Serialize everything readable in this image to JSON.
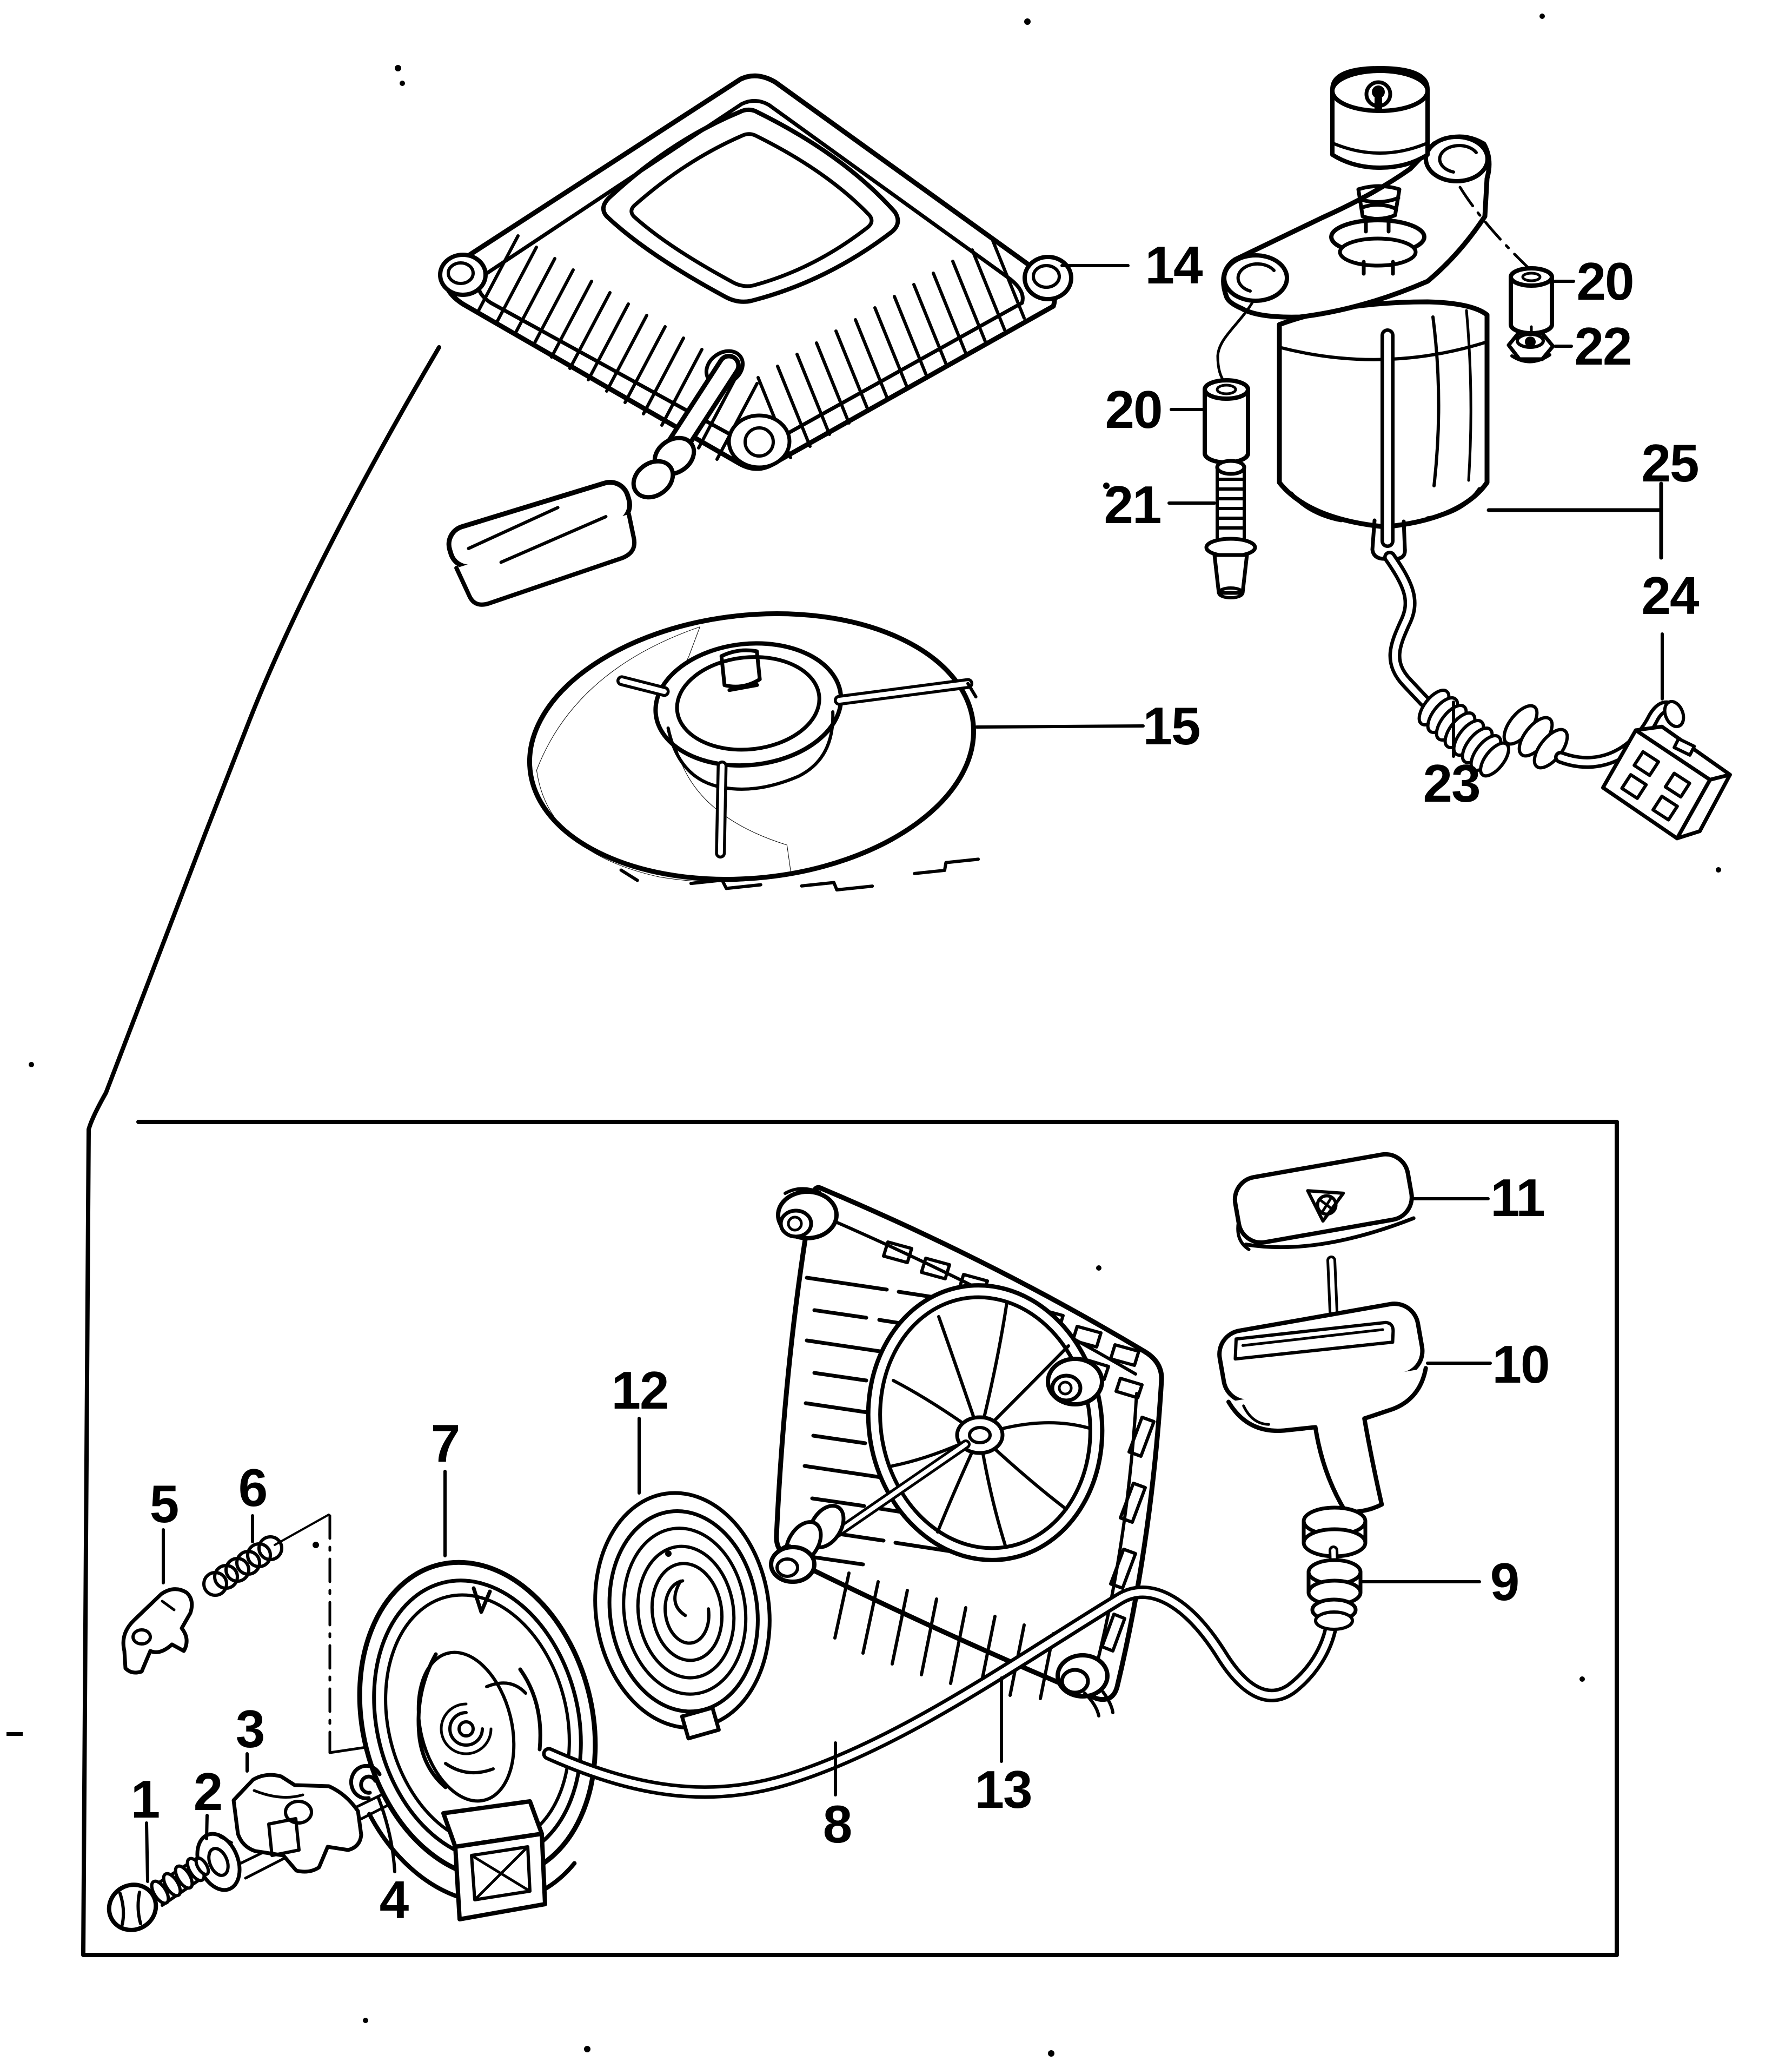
{
  "diagram": {
    "kind": "exploded-parts-line-drawing",
    "ink": "#000000",
    "paper": "#ffffff"
  },
  "labels": {
    "p1": "1",
    "p2": "2",
    "p3": "3",
    "p4": "4",
    "p5": "5",
    "p6": "6",
    "p7": "7",
    "p8": "8",
    "p9": "9",
    "p10": "10",
    "p11": "11",
    "p12": "12",
    "p13": "13",
    "p14": "14",
    "p15": "15",
    "p20a": "20",
    "p20b": "20",
    "p21": "21",
    "p22": "22",
    "p23": "23",
    "p24": "24",
    "p25": "25"
  }
}
